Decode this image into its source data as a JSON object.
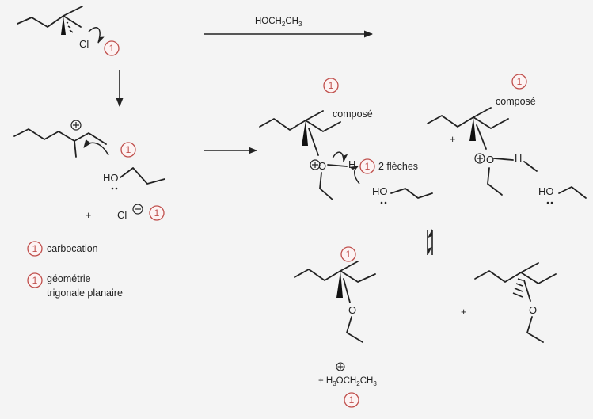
{
  "reagent": {
    "formula_prefix": "HOCH",
    "sub2": "2",
    "formula_mid": "CH",
    "sub3": "3"
  },
  "atoms": {
    "chlorine": "Cl",
    "chloride": "Cl",
    "oxygen": "O",
    "hydrogen": "H",
    "ethanol_h": "H",
    "ethanol_o": "O",
    "plus": "+"
  },
  "labels": {
    "compose": "composé",
    "two_arrows": "2 flèches",
    "carbocation": "carbocation",
    "geometry_line1": "géométrie",
    "geometry_line2": "trigonale planaire"
  },
  "byproduct": {
    "prefix": "+ H",
    "sub3": "3",
    "middle": "OCH",
    "sub2": "2",
    "end": "CH",
    "sub3b": "3"
  },
  "points": [
    "1",
    "1",
    "1",
    "1",
    "1",
    "1",
    "1",
    "1",
    "1",
    "1"
  ],
  "colors": {
    "point_circle": "#c0504d",
    "ink": "#222222"
  }
}
